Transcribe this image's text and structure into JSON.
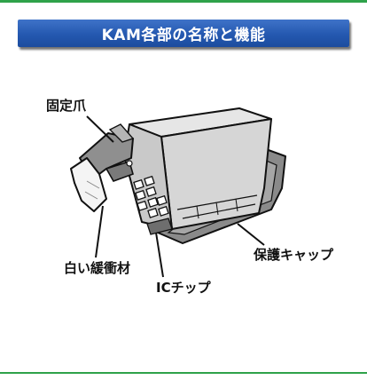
{
  "title": "KAM各部の名称と機能",
  "labels": {
    "clamp": "固定爪",
    "cushion": "白い緩衝材",
    "ic_chip": "ICチップ",
    "cap": "保護キャップ"
  },
  "colors": {
    "title_bar": "#2458b0",
    "accent_rule": "#2fa24a",
    "cartridge_body": "#d9d9d9",
    "cap": "#8c8c8c"
  }
}
